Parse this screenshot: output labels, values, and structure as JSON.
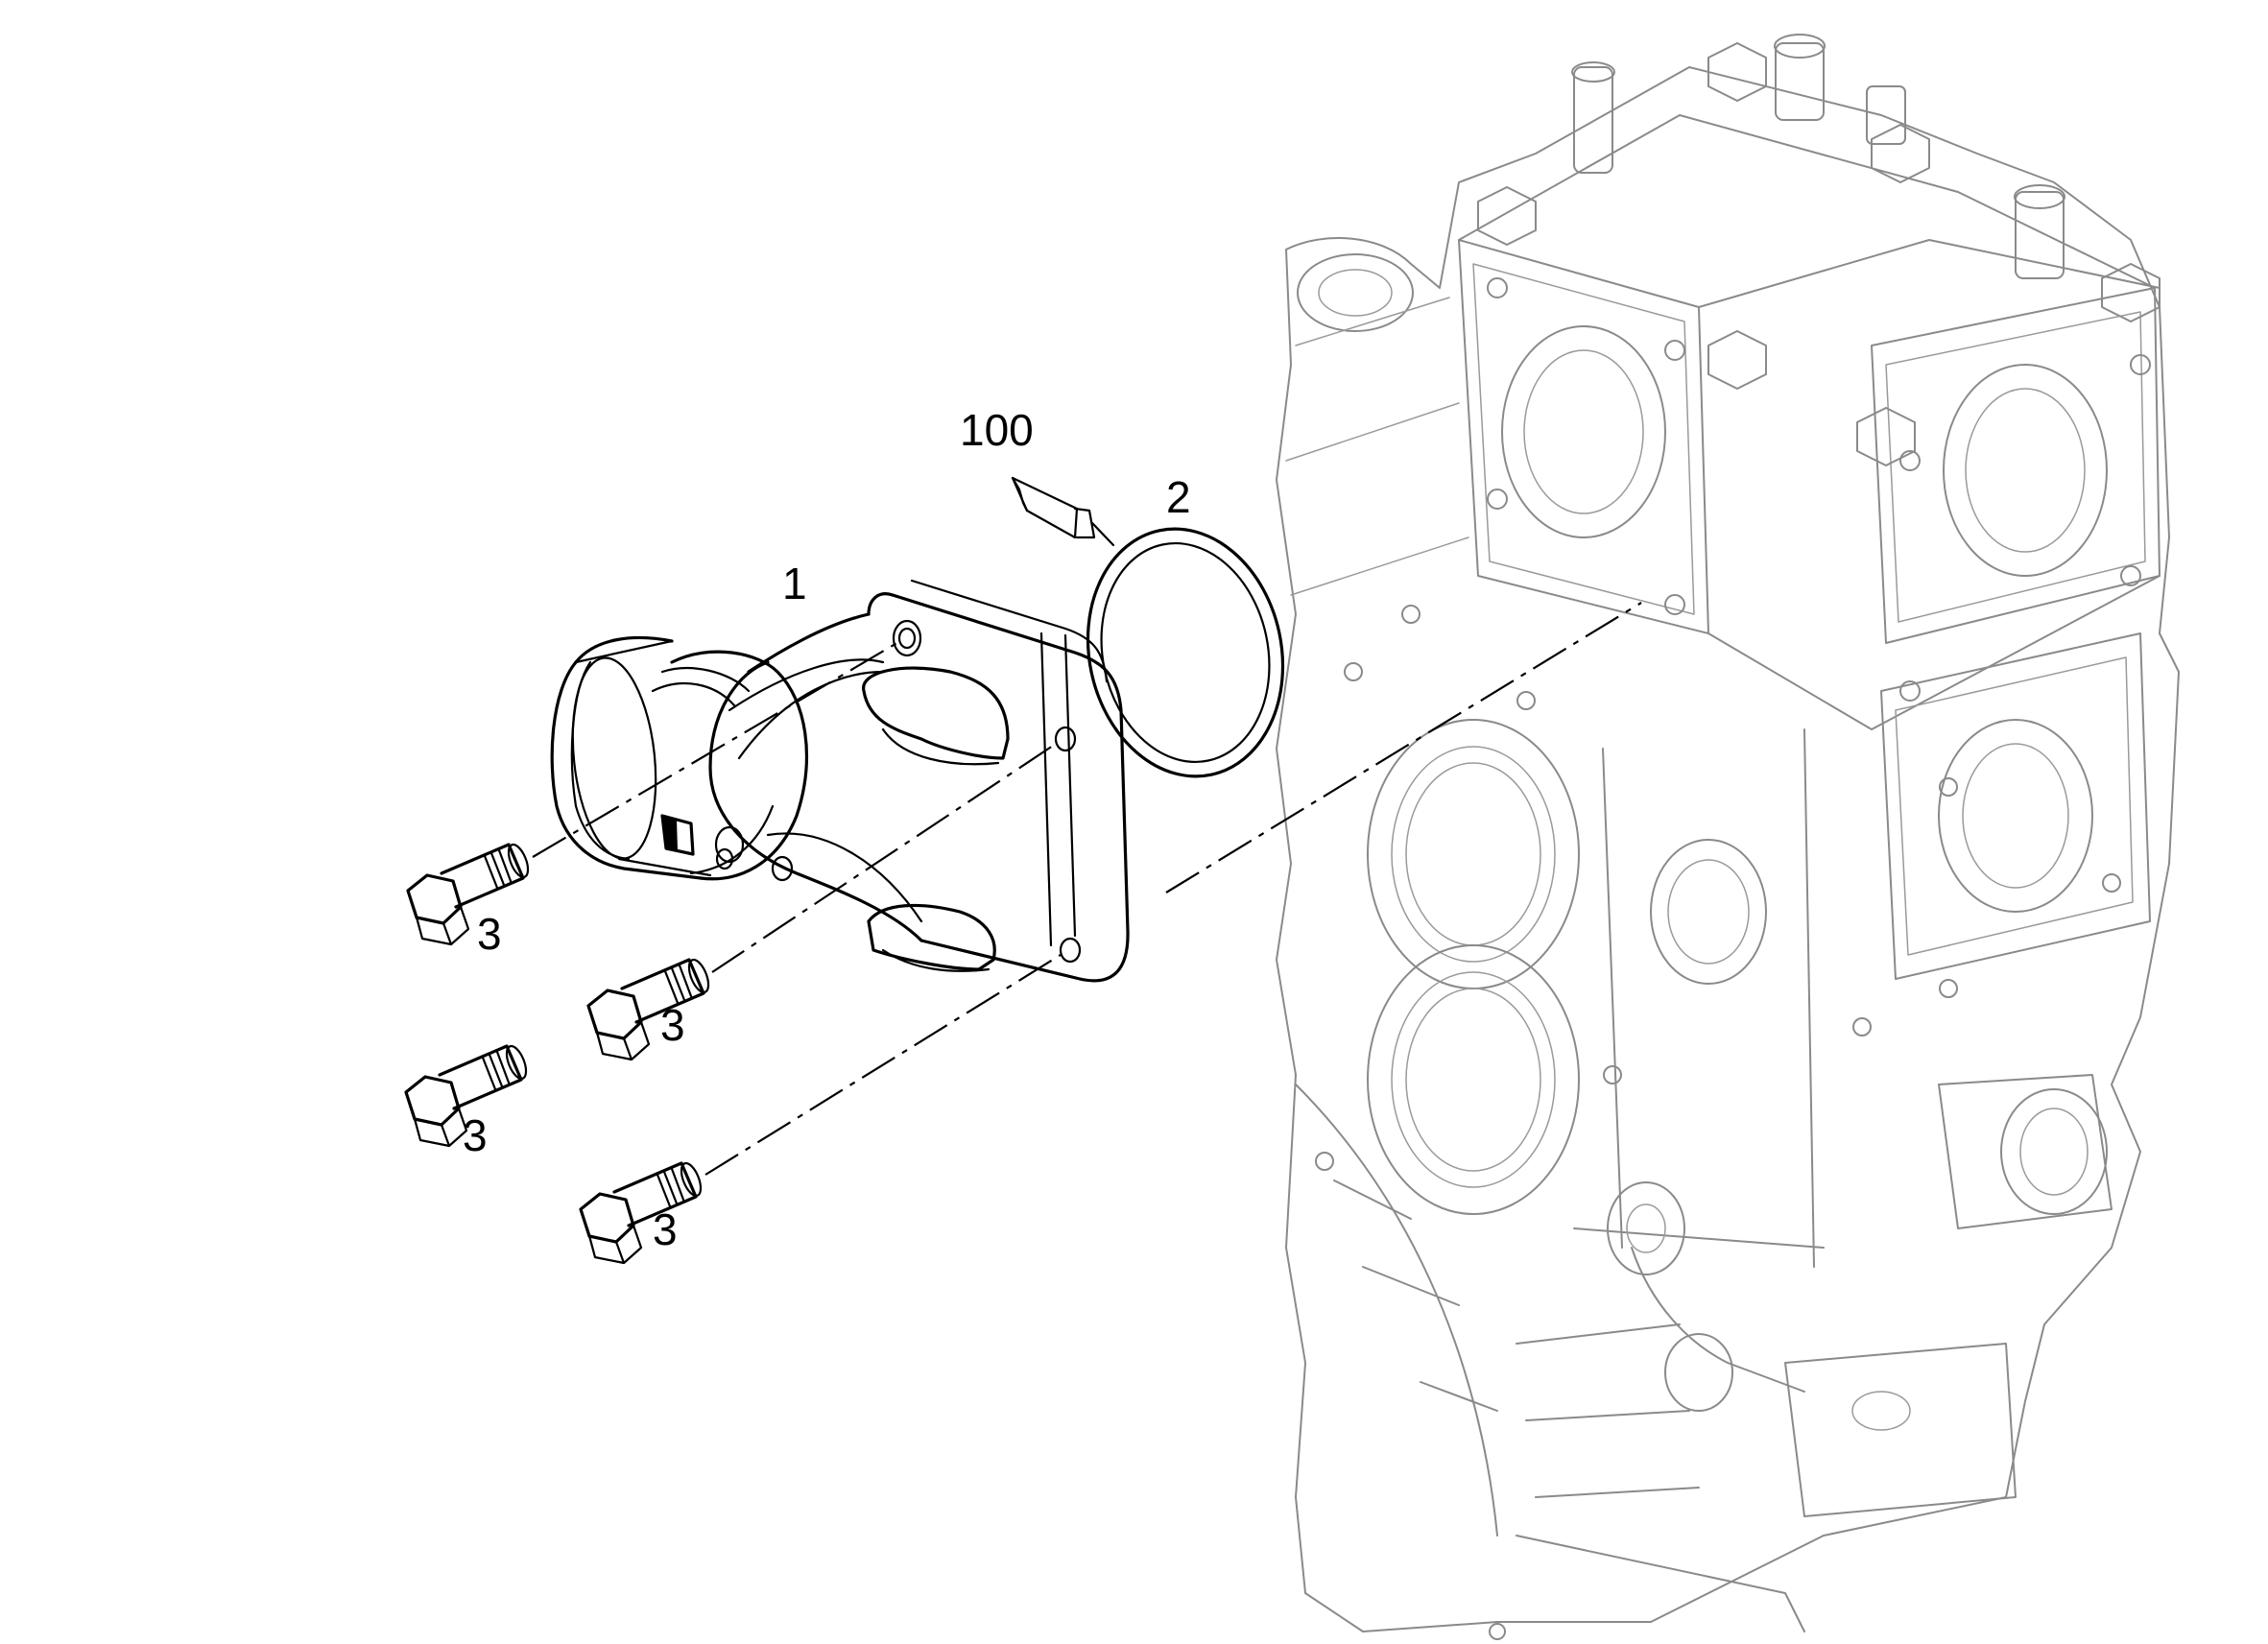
{
  "callouts": {
    "part_1": "1",
    "part_2": "2",
    "part_3a": "3",
    "part_3b": "3",
    "part_3c": "3",
    "part_3d": "3",
    "part_100": "100"
  },
  "colors": {
    "outline": "#000000",
    "engine_outline": "#8a8a8a",
    "background": "#ffffff"
  }
}
